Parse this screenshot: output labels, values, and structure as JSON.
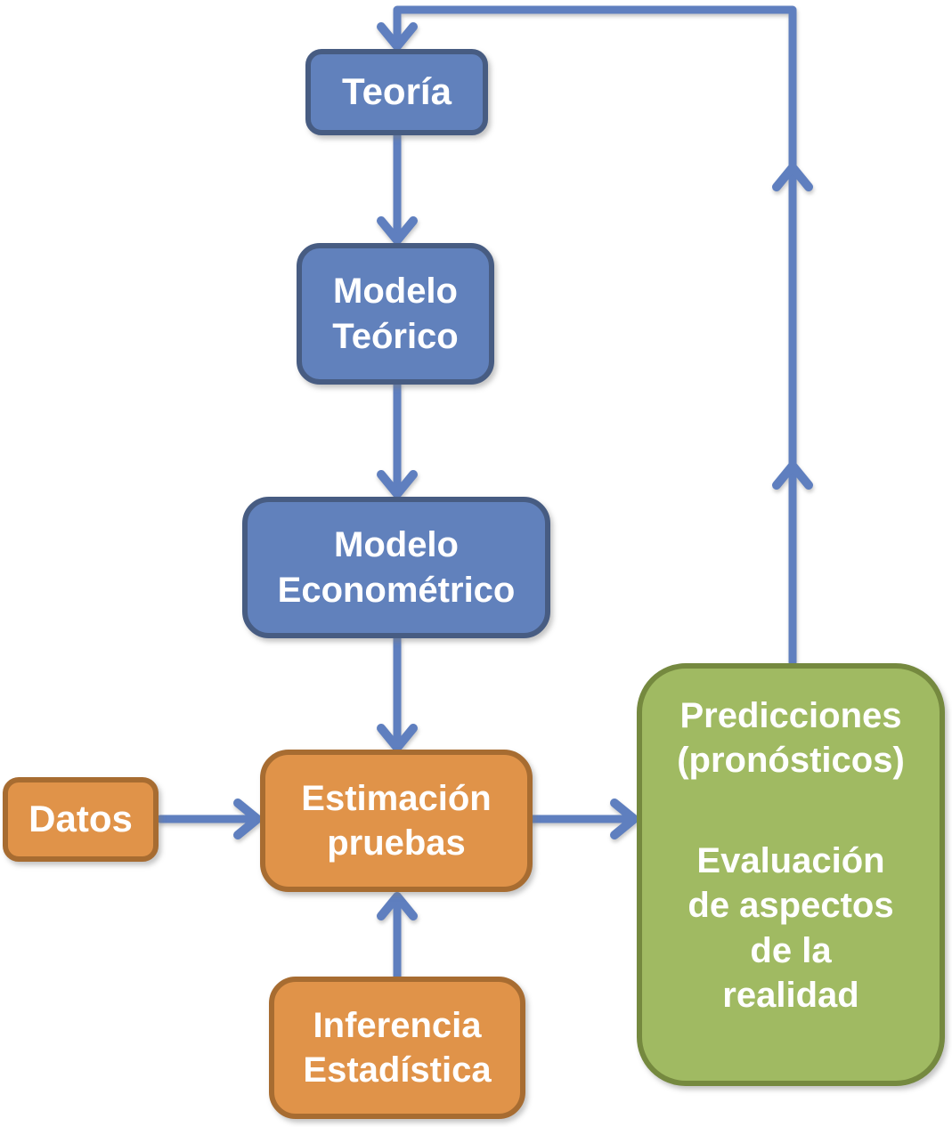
{
  "colors": {
    "blue_fill": "#6181BC",
    "blue_border": "#475C82",
    "orange_fill": "#E09349",
    "orange_border": "#A76C31",
    "green_fill": "#A0BA62",
    "green_border": "#75893F",
    "arrow": "#5F7FBF",
    "text": "#FFFFFF"
  },
  "nodes": {
    "teoria": {
      "label": "Teoría"
    },
    "modelo_teorico": {
      "label": "Modelo\nTeórico"
    },
    "modelo_econometrico": {
      "label": "Modelo\nEconométrico"
    },
    "datos": {
      "label": "Datos"
    },
    "estimacion": {
      "label": "Estimación\npruebas"
    },
    "inferencia": {
      "label": "Inferencia\nEstadística"
    },
    "predicciones": {
      "label_top": "Predicciones\n(pronósticos)",
      "label_bottom": "Evaluación\nde aspectos\nde la\nrealidad"
    }
  }
}
